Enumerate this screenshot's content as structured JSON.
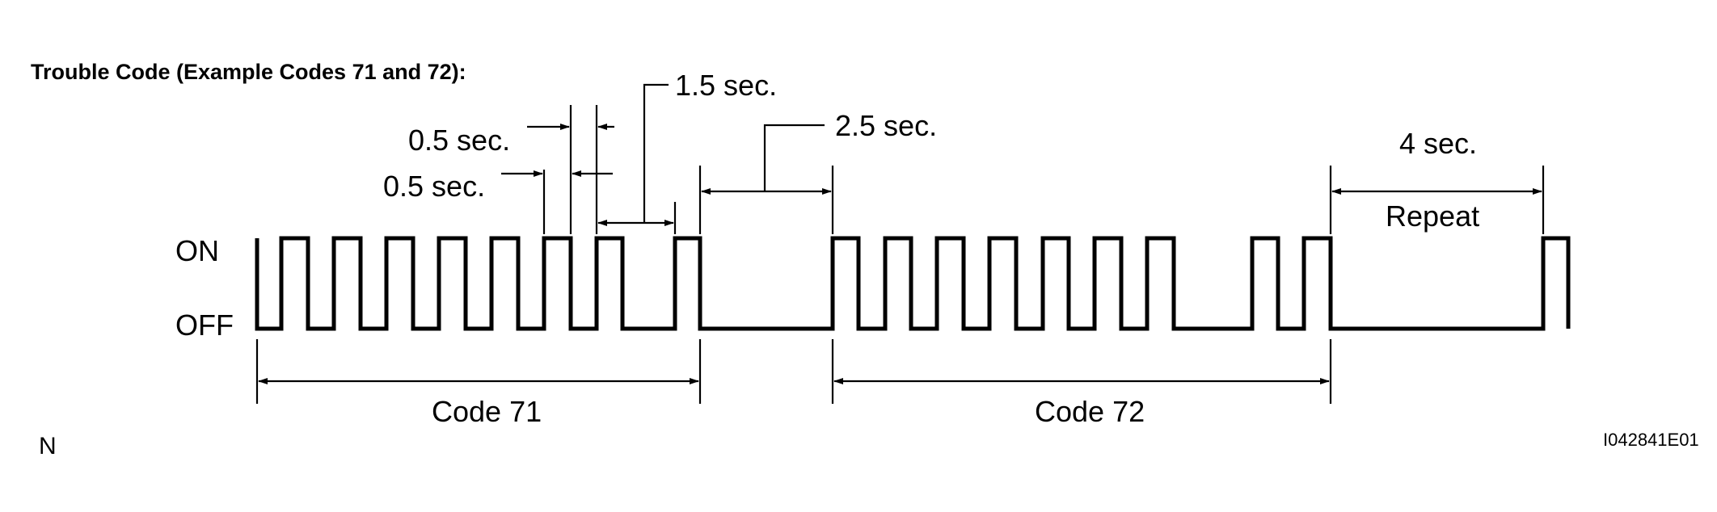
{
  "title": "Trouble Code (Example Codes 71 and 72):",
  "levels": {
    "on": "ON",
    "off": "OFF"
  },
  "timing": {
    "short_on_label": "0.5 sec.",
    "short_off_label": "0.5 sec.",
    "digit_gap_label": "1.5 sec.",
    "code_gap_label": "2.5 sec.",
    "repeat_interval_label": "4 sec.",
    "repeat_label": "Repeat"
  },
  "codes": [
    {
      "label": "Code 71",
      "tens_pulses": 7,
      "ones_pulses": 1
    },
    {
      "label": "Code 72",
      "tens_pulses": 7,
      "ones_pulses": 2
    }
  ],
  "corner_mark": "N",
  "figure_id": "I042841E01"
}
